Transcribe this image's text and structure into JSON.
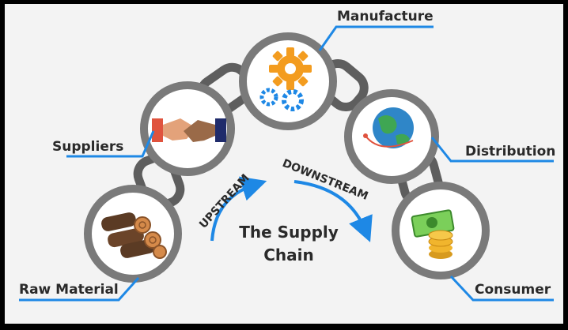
{
  "diagram": {
    "stages": [
      {
        "id": "raw-material",
        "label": "Raw Material",
        "icon": "logs-icon"
      },
      {
        "id": "suppliers",
        "label": "Suppliers",
        "icon": "handshake-icon"
      },
      {
        "id": "manufacture",
        "label": "Manufacture",
        "icon": "gears-icon"
      },
      {
        "id": "distribution",
        "label": "Distribution",
        "icon": "globe-icon"
      },
      {
        "id": "consumer",
        "label": "Consumer",
        "icon": "money-icon"
      }
    ],
    "upstream": "UPSTREAM",
    "downstream": "DOWNSTREAM",
    "center_title_line1": "The Supply",
    "center_title_line2": "Chain"
  },
  "colors": {
    "frame": "#000000",
    "background": "#f3f3f3",
    "ring": "#7a7a7a",
    "ring_fill": "#ffffff",
    "link": "#5e5e5e",
    "accent": "#1e88e5",
    "text": "#2a2a2a"
  }
}
